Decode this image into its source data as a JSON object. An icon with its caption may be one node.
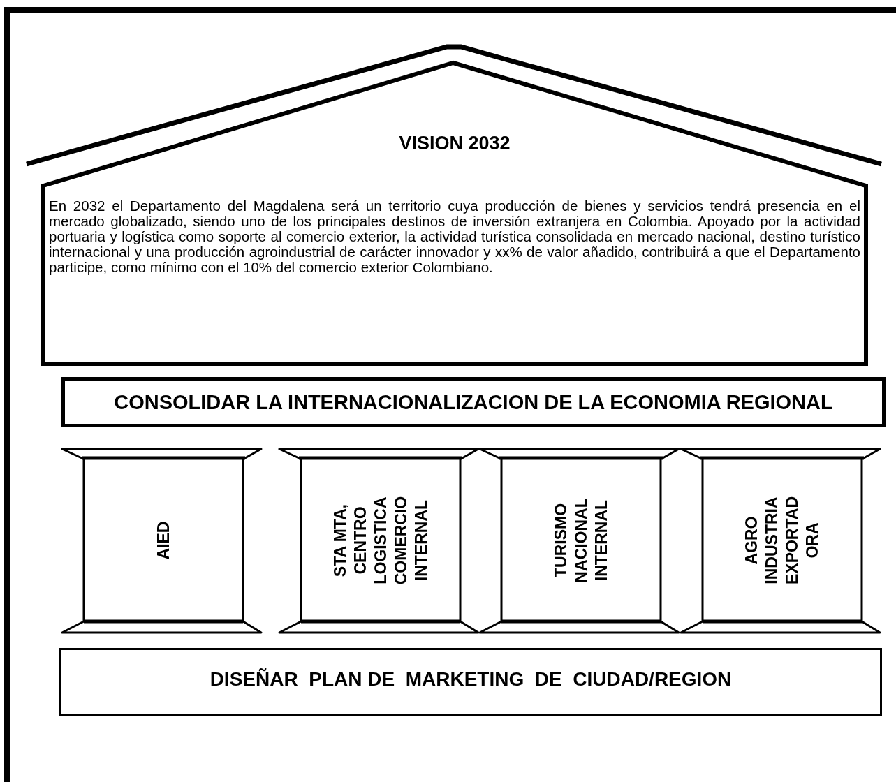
{
  "diagram": {
    "nodes": [
      {
        "text": [
          "VISION 2032",
          "En 2032 el Departamento del Magdalena será un territorio cuya producción de bienes y servicios tendrá presencia en el mercado globalizado, siendo uno de los principales destinos de inversión extranjera en Colombia. Apoyado por la actividad portuaria y logística como soporte al comercio exterior, la actividad turística consolidada en mercado nacional, destino turístico internacional  y una producción agroindustrial de carácter innovador y xx% de valor añadido, contribuirá a que el Departamento participe, como mínimo con el 10% del comercio exterior Colombiano."
        ]
      },
      {
        "text": [
          "CONSOLIDAR LA INTERNACIONALIZACION DE LA ECONOMIA REGIONAL"
        ]
      },
      {
        "text": [
          "AIED"
        ]
      },
      {
        "text": [
          "STA MTA, CENTRO LOGISTICA COMERCIO INTERNAL"
        ]
      },
      {
        "text": [
          "TURISMO NACIONAL INTERNAL"
        ]
      },
      {
        "text": [
          "AGRO INDUSTRIA EXPORTADORA"
        ]
      },
      {
        "text": [
          "DISEÑAR  PLAN DE  MARKETING  DE  CIUDAD/REGION"
        ]
      }
    ]
  }
}
